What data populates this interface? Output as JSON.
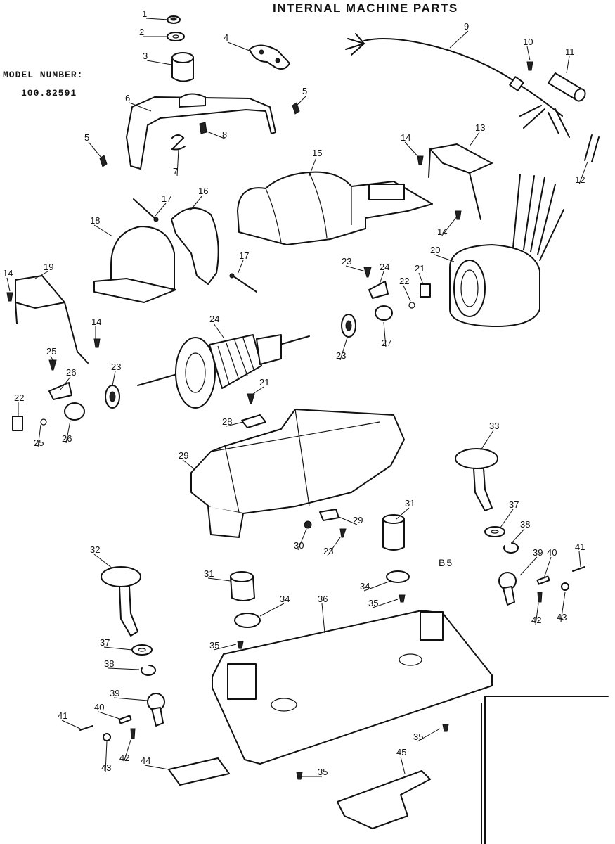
{
  "title": "INTERNAL MACHINE PARTS",
  "model_label": "MODEL NUMBER:",
  "model_number": "100.82591",
  "code": "B5",
  "callouts": [
    "1",
    "2",
    "3",
    "4",
    "5",
    "5",
    "6",
    "7",
    "8",
    "9",
    "10",
    "11",
    "12",
    "13",
    "14",
    "14",
    "14",
    "15",
    "16",
    "17",
    "17",
    "18",
    "19",
    "14",
    "20",
    "21",
    "22",
    "23",
    "24",
    "25",
    "26",
    "27",
    "23",
    "24",
    "21",
    "22",
    "25",
    "26",
    "23",
    "28",
    "29",
    "29",
    "30",
    "23",
    "31",
    "31",
    "32",
    "33",
    "34",
    "34",
    "35",
    "35",
    "35",
    "35",
    "36",
    "37",
    "37",
    "38",
    "38",
    "39",
    "39",
    "40",
    "40",
    "41",
    "41",
    "42",
    "42",
    "43",
    "43",
    "44",
    "45"
  ]
}
